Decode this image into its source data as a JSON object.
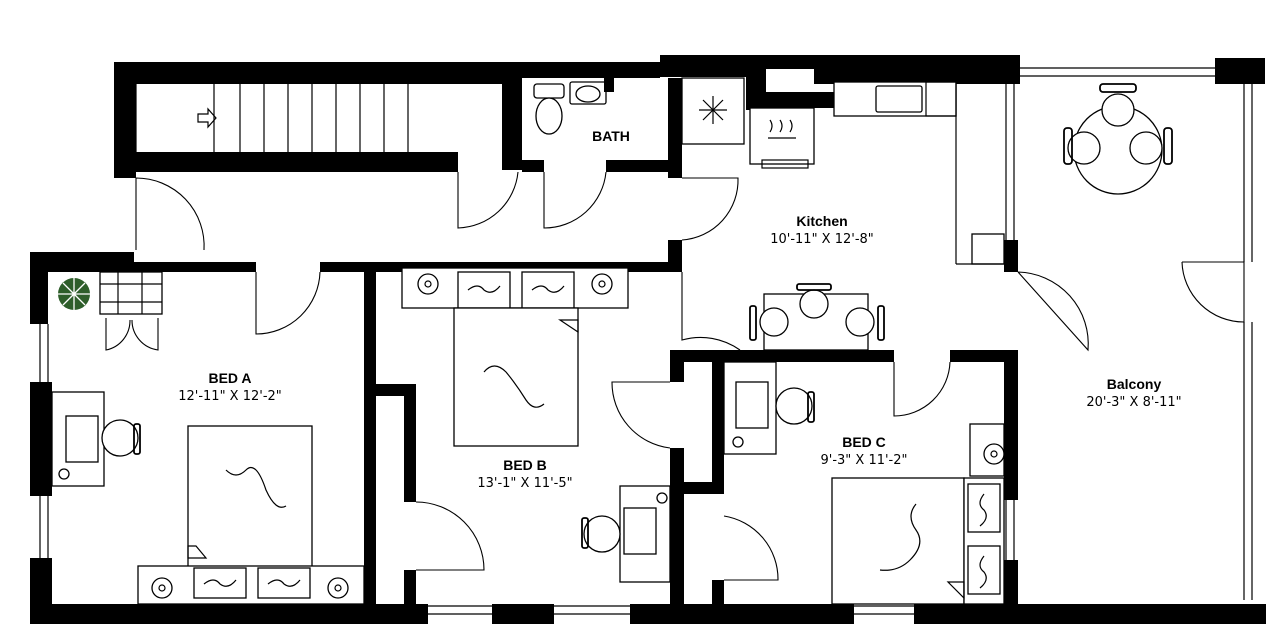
{
  "rooms": {
    "bath": {
      "name": "BATH"
    },
    "kitchen": {
      "name": "Kitchen",
      "dims": "10'-11\" X 12'-8\""
    },
    "bed_a": {
      "name": "BED A",
      "dims": "12'-11\" X 12'-2\""
    },
    "bed_b": {
      "name": "BED B",
      "dims": "13'-1\" X 11'-5\""
    },
    "bed_c": {
      "name": "BED C",
      "dims": "9'-3\" X 11'-2\""
    },
    "balcony": {
      "name": "Balcony",
      "dims": "20'-3\" X 8'-11\""
    }
  },
  "colors": {
    "wall": "#000000",
    "plant": "#2e5e2a",
    "background": "#ffffff"
  },
  "icons": [
    "stair-arrow-icon",
    "snowflake-icon",
    "stove-heat-icon",
    "plant-icon",
    "sink-icon",
    "toilet-icon"
  ]
}
